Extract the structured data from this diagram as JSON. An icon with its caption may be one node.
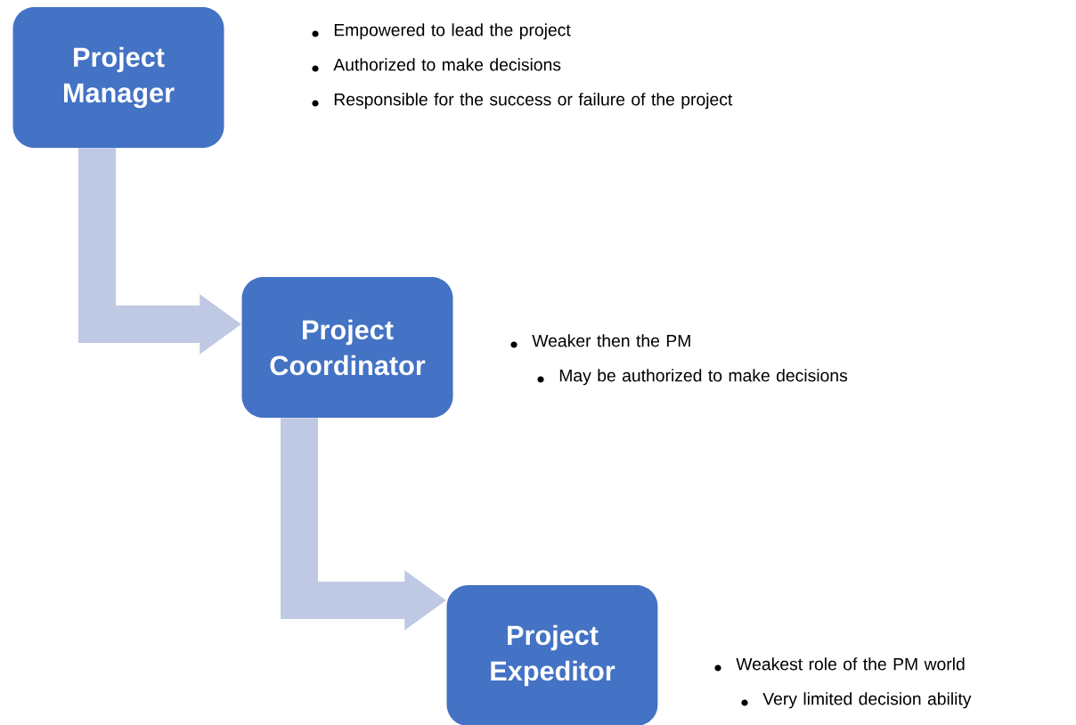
{
  "diagram": {
    "nodes": [
      {
        "text": [
          "Project Manager"
        ],
        "beside": [
          "Empowered to lead the project",
          "Authorized to make decisions",
          "Responsible for the success or failure of the project"
        ]
      },
      {
        "text": [
          "Project Coordinator"
        ],
        "beside": [
          "Weaker then the PM",
          "May be authorized to make decisions"
        ]
      },
      {
        "text": [
          "Project Expeditor"
        ],
        "beside": [
          "Weakest role of the PM world",
          "Very limited decision ability"
        ]
      }
    ],
    "edges": [
      {
        "from": 0,
        "to": 1,
        "arrow": "to"
      },
      {
        "from": 1,
        "to": 2,
        "arrow": "to"
      }
    ]
  }
}
